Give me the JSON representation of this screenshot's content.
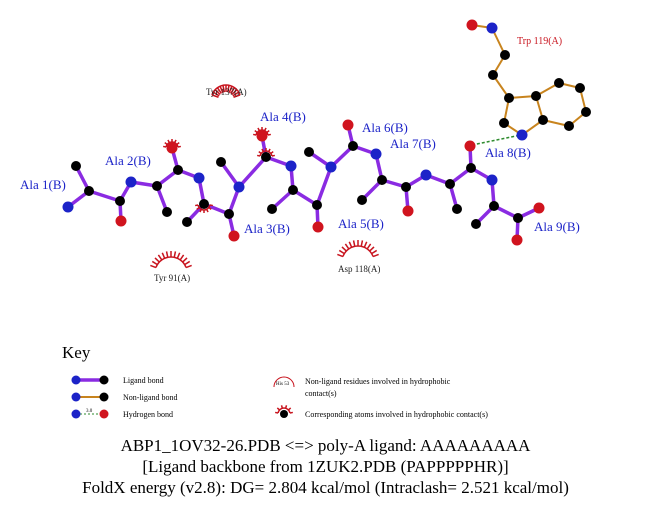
{
  "ligand_residues": [
    {
      "id": "ala1",
      "label": "Ala 1(B)"
    },
    {
      "id": "ala2",
      "label": "Ala 2(B)"
    },
    {
      "id": "ala3",
      "label": "Ala 3(B)"
    },
    {
      "id": "ala4",
      "label": "Ala 4(B)"
    },
    {
      "id": "ala5",
      "label": "Ala 5(B)"
    },
    {
      "id": "ala6",
      "label": "Ala 6(B)"
    },
    {
      "id": "ala7",
      "label": "Ala 7(B)"
    },
    {
      "id": "ala8",
      "label": "Ala 8(B)"
    },
    {
      "id": "ala9",
      "label": "Ala 9(B)"
    }
  ],
  "hydrophobic_residues": [
    {
      "id": "tyr137",
      "label": "Tyr 137(A)"
    },
    {
      "id": "tyr91",
      "label": "Tyr 91(A)"
    },
    {
      "id": "asp118",
      "label": "Asp 118(A)"
    }
  ],
  "bonded_residue": {
    "label": "Trp 119(A)"
  },
  "key": {
    "title": "Key",
    "ligand_bond": "Ligand bond",
    "nonligand_bond": "Non-ligand bond",
    "hydrogen_bond": "Hydrogen bond",
    "hbond_distance": "3.0",
    "nonligand_residues_line1": "Non-ligand residues involved in hydrophobic",
    "nonligand_residues_line2": "contact(s)",
    "example_residue": "His 53",
    "corresponding_atoms": "Corresponding atoms involved in hydrophobic contact(s)"
  },
  "footer": {
    "line1": "ABP1_1OV32-26.PDB <=> poly-A ligand: AAAAAAAAA",
    "line2": "[Ligand backbone from 1ZUK2.PDB (PAPPPPPHR)]",
    "line3": "FoldX energy (v2.8): DG= 2.804 kcal/mol (Intraclash= 2.521 kcal/mol)"
  },
  "colors": {
    "ligand_bond": "#8a2be2",
    "nonligand_bond": "#c8841e",
    "nitrogen": "#1c23c8",
    "oxygen": "#d0141e",
    "carbon": "#000000",
    "hbond": "#2e8b2e",
    "hydrophobic_arc": "#c8141e"
  }
}
